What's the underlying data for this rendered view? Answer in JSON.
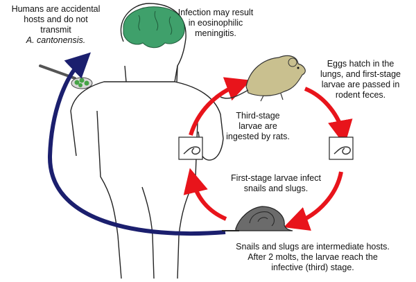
{
  "labels": {
    "humans": {
      "lines": [
        "Humans are accidental",
        "hosts and do not",
        "transmit"
      ],
      "species": "A. cantonensis."
    },
    "infection": {
      "lines": [
        "Infection may result",
        "in eosinophilic",
        "meningitis."
      ]
    },
    "eggs": {
      "lines": [
        "Eggs hatch in the",
        "lungs, and first-stage",
        "larvae are passed in",
        "rodent feces."
      ]
    },
    "third_stage": {
      "lines": [
        "Third-stage",
        "larvae are",
        "ingested by rats."
      ]
    },
    "first_stage": {
      "lines": [
        "First-stage larvae infect",
        "snails and slugs."
      ]
    },
    "snails": {
      "lines": [
        "Snails and slugs are intermediate hosts.",
        "After 2 molts, the larvae reach the",
        "infective (third) stage."
      ]
    }
  },
  "icons": [
    "human-silhouette",
    "brain",
    "spoon-with-snails",
    "rat",
    "snail",
    "larva-in-box"
  ],
  "colors": {
    "cycle_arrow": "#e8141b",
    "human_arrow": "#1b1f6e",
    "brain": "#3fa06b",
    "rat": "#c9c08f",
    "snail": "#3a3a3a",
    "spoon_food": "#46a346",
    "outline": "#222222"
  }
}
